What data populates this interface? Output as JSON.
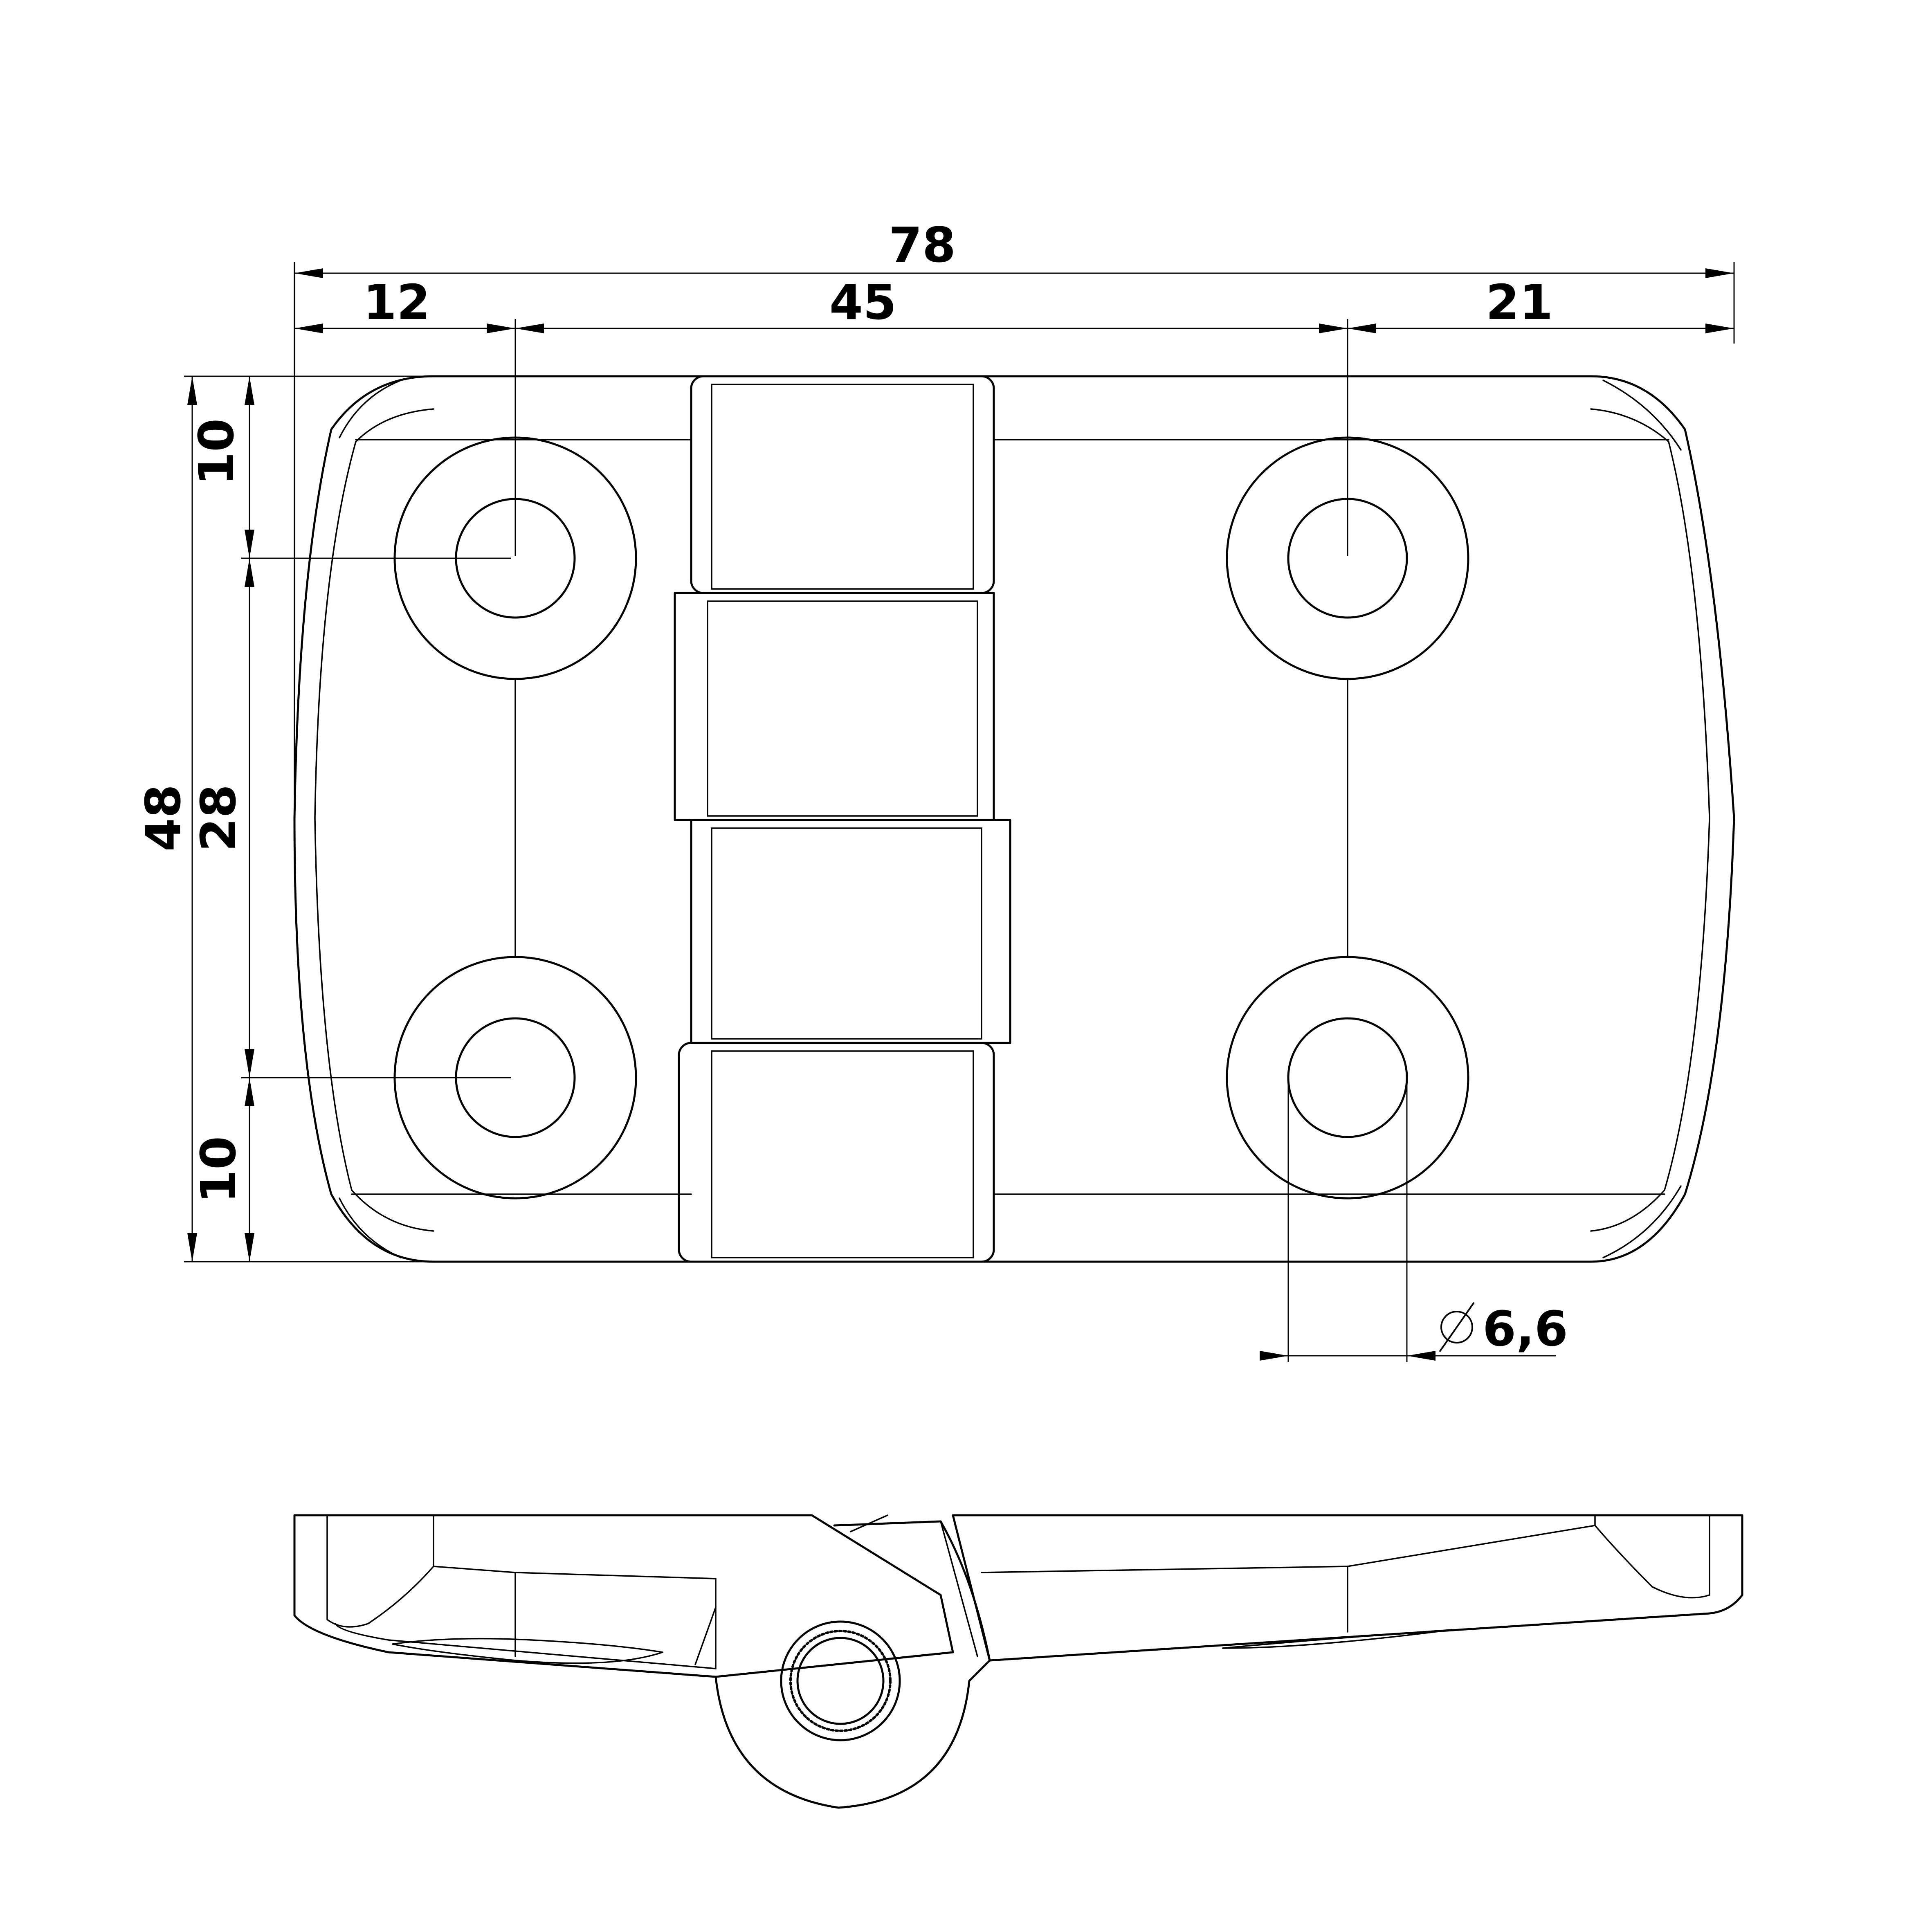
{
  "dimensions": {
    "overall_width": "78",
    "left_offset": "12",
    "hole_spacing_x": "45",
    "right_offset": "21",
    "top_offset": "10",
    "overall_height": "48",
    "hole_spacing_y": "28",
    "bottom_offset": "10",
    "hole_diameter": "6,6"
  }
}
